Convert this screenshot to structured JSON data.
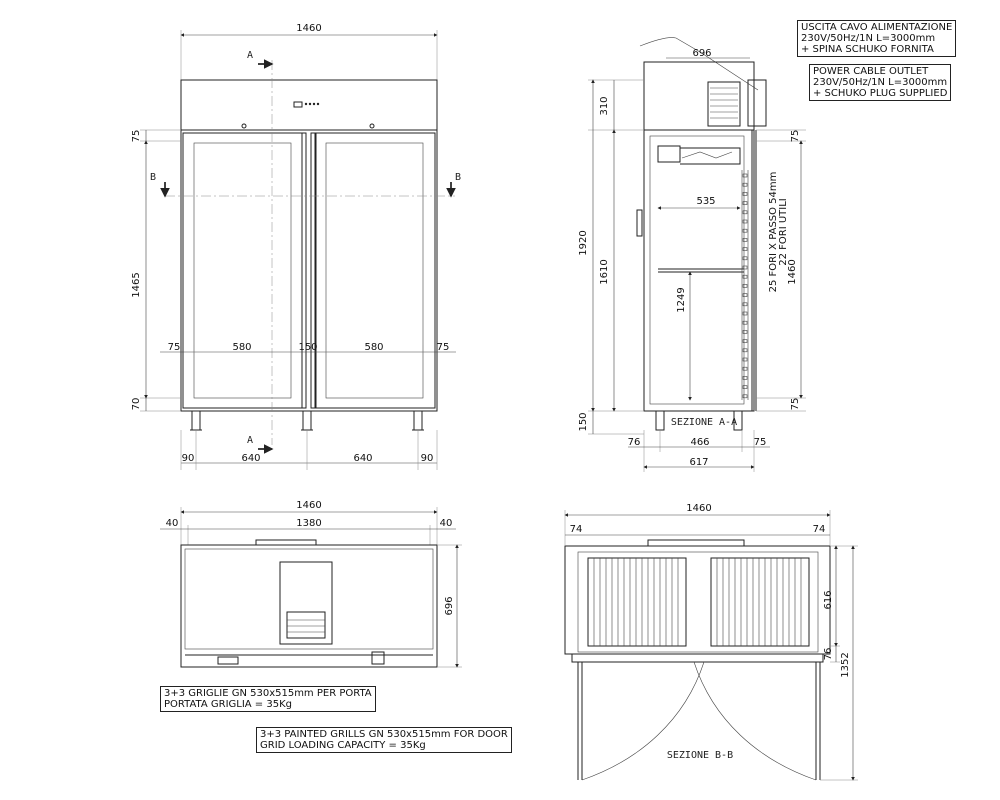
{
  "front": {
    "width": "1460",
    "top_offset": "75",
    "height": "1465",
    "bottom_offset": "70",
    "side_left": "75",
    "door_left": "580",
    "mullion": "150",
    "door_right": "580",
    "side_right": "75",
    "foot_left": "90",
    "foot_span_left": "640",
    "foot_span_right": "640",
    "foot_right": "90",
    "section_a": "A",
    "section_b": "B"
  },
  "side": {
    "cable_length": "696",
    "top_height": "310",
    "total_height": "1920",
    "inner_height": "1610",
    "shelf_width": "535",
    "rail_height": "1249",
    "holes_line1": "25 FORI X PASSO 54mm",
    "holes_line2": "22 FORI UTILI",
    "door_height": "1460",
    "top_right": "75",
    "bottom_right": "75",
    "foot_height": "150",
    "depth_left": "76",
    "depth_inner": "466",
    "depth_right": "75",
    "depth_total": "617",
    "section_label": "SEZIONE A-A"
  },
  "cable_note_it": [
    "USCITA CAVO ALIMENTAZIONE",
    "230V/50Hz/1N L=3000mm",
    "+ SPINA SCHUKO FORNITA"
  ],
  "cable_note_en": [
    "POWER CABLE OUTLET",
    "230V/50Hz/1N L=3000mm",
    "+ SCHUKO PLUG SUPPLIED"
  ],
  "top_view": {
    "width": "1460",
    "inner_width": "1380",
    "margin_left": "40",
    "margin_right": "40",
    "depth": "696"
  },
  "grill_note_it": [
    "3+3 GRIGLIE GN 530x515mm PER PORTA",
    "PORTATA GRIGLIA = 35Kg"
  ],
  "grill_note_en": [
    "3+3 PAINTED GRILLS GN 530x515mm FOR DOOR",
    "GRID LOADING CAPACITY = 35Kg"
  ],
  "section_bb": {
    "width": "1460",
    "left": "74",
    "right": "74",
    "depth_inner": "616",
    "door_gap": "76",
    "total_depth": "1352",
    "section_label": "SEZIONE B-B"
  }
}
